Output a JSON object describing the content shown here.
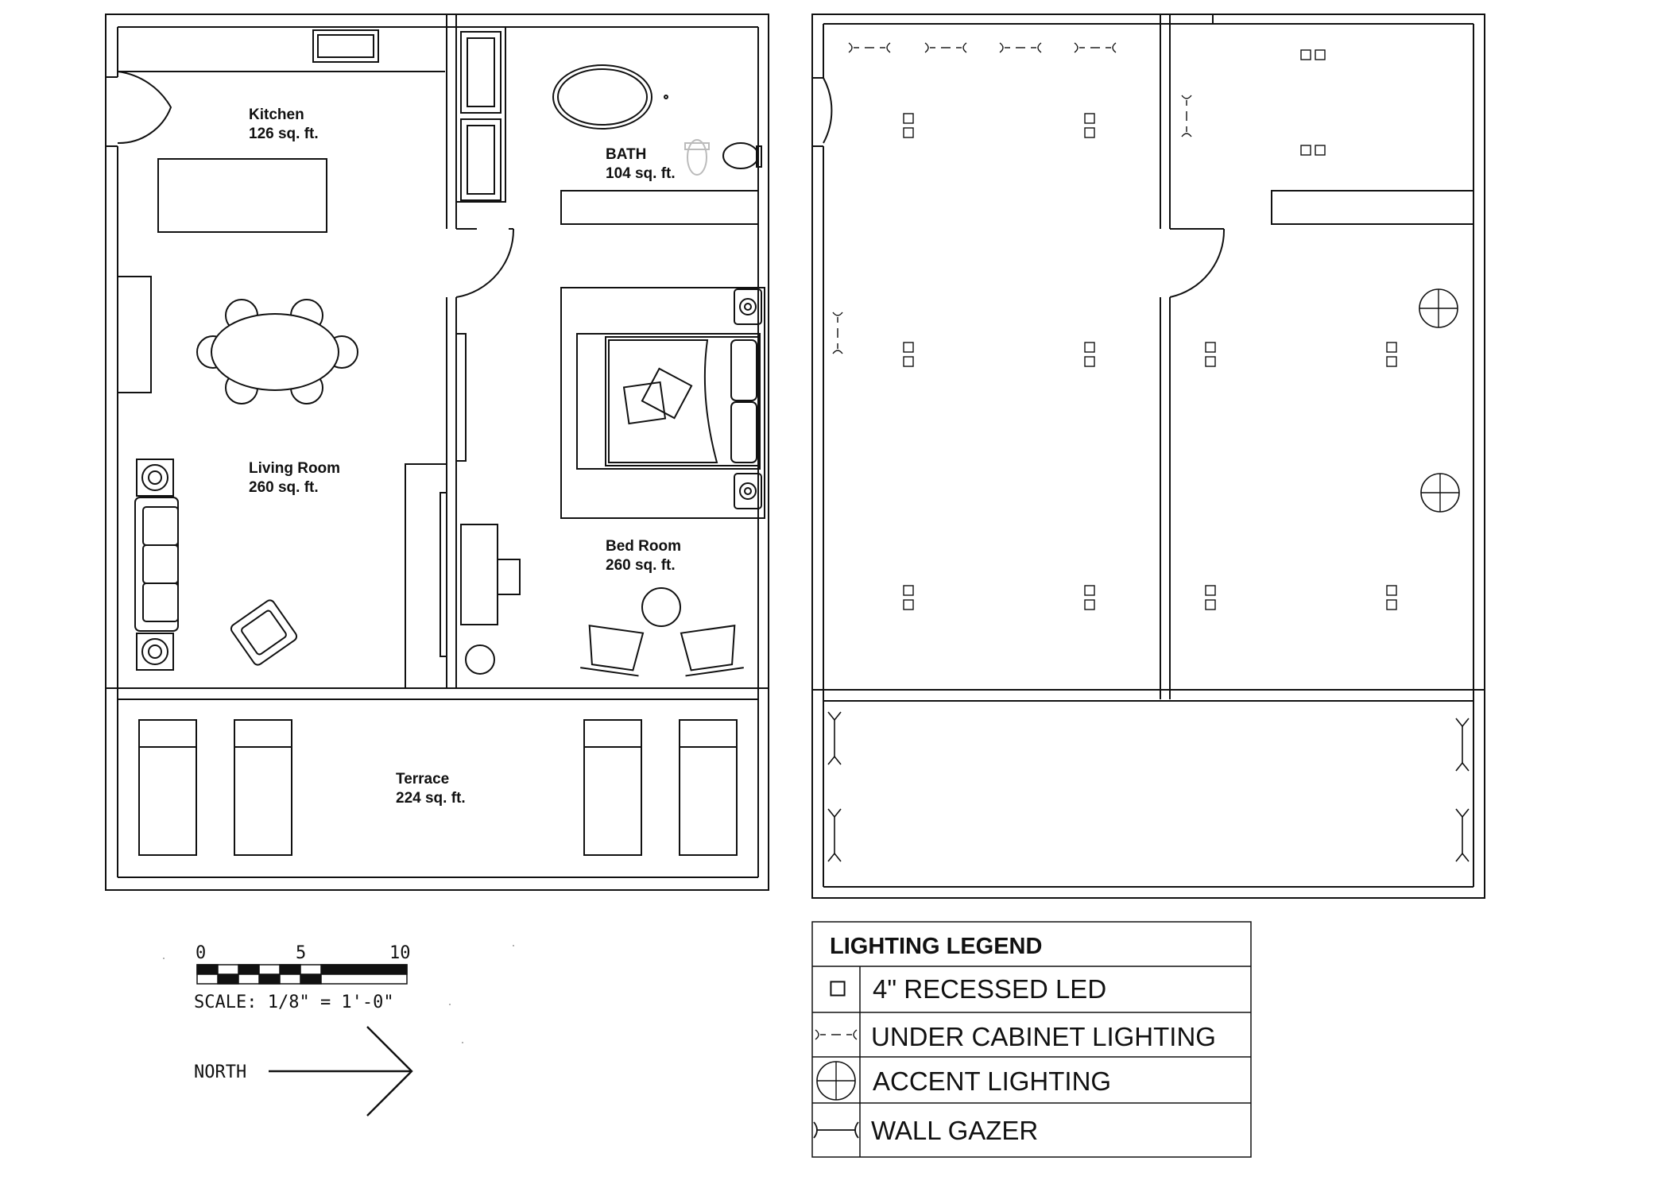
{
  "floor_plan": {
    "rooms": {
      "kitchen": {
        "name": "Kitchen",
        "area": "126 sq. ft."
      },
      "bath": {
        "name": "BATH",
        "area": "104 sq. ft."
      },
      "living": {
        "name": "Living Room",
        "area": "260 sq. ft."
      },
      "bedroom": {
        "name": "Bed Room",
        "area": "260 sq. ft."
      },
      "terrace": {
        "name": "Terrace",
        "area": "224 sq. ft."
      }
    }
  },
  "scale_bar": {
    "ticks": [
      "0",
      "5",
      "10"
    ],
    "label": "SCALE: 1/8\" = 1'-0\""
  },
  "north_arrow": {
    "label": "NORTH"
  },
  "lighting_legend": {
    "title": "LIGHTING LEGEND",
    "items": [
      {
        "symbol": "recessed-led",
        "label": "4\" RECESSED LED"
      },
      {
        "symbol": "under-cabinet",
        "label": "UNDER CABINET LIGHTING"
      },
      {
        "symbol": "accent",
        "label": "ACCENT LIGHTING"
      },
      {
        "symbol": "wall-gazer",
        "label": "WALL GAZER"
      }
    ]
  },
  "colors": {
    "line": "#111111",
    "background": "#ffffff"
  }
}
